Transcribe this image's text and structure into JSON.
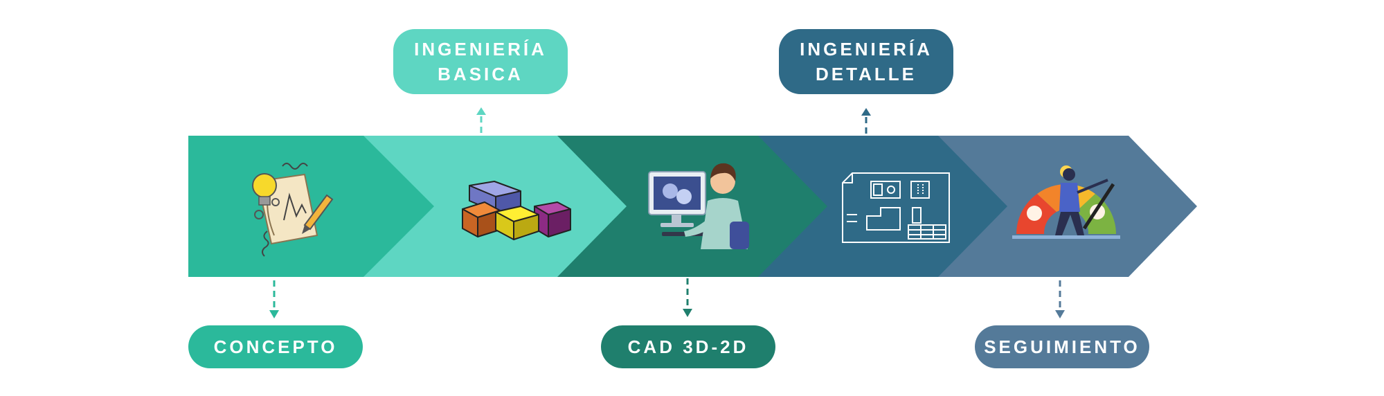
{
  "stages": [
    {
      "id": "concepto",
      "label_lines": [
        "CONCEPTO"
      ],
      "color": "#2bb99b",
      "icon": "lightbulb-sketch-icon"
    },
    {
      "id": "ingenieria-basica",
      "label_lines": [
        "INGENIERÍA",
        "BASICA"
      ],
      "color": "#5ed6c2",
      "icon": "cubes-icon"
    },
    {
      "id": "cad",
      "label_lines": [
        "CAD 3D-2D"
      ],
      "color": "#1f7f6d",
      "icon": "cad-designer-icon"
    },
    {
      "id": "ingenieria-detalle",
      "label_lines": [
        "INGENIERÍA",
        "DETALLE"
      ],
      "color": "#2f6a87",
      "icon": "blueprint-icon"
    },
    {
      "id": "seguimiento",
      "label_lines": [
        "SEGUIMIENTO"
      ],
      "color": "#547a99",
      "icon": "satisfaction-gauge-icon"
    }
  ]
}
